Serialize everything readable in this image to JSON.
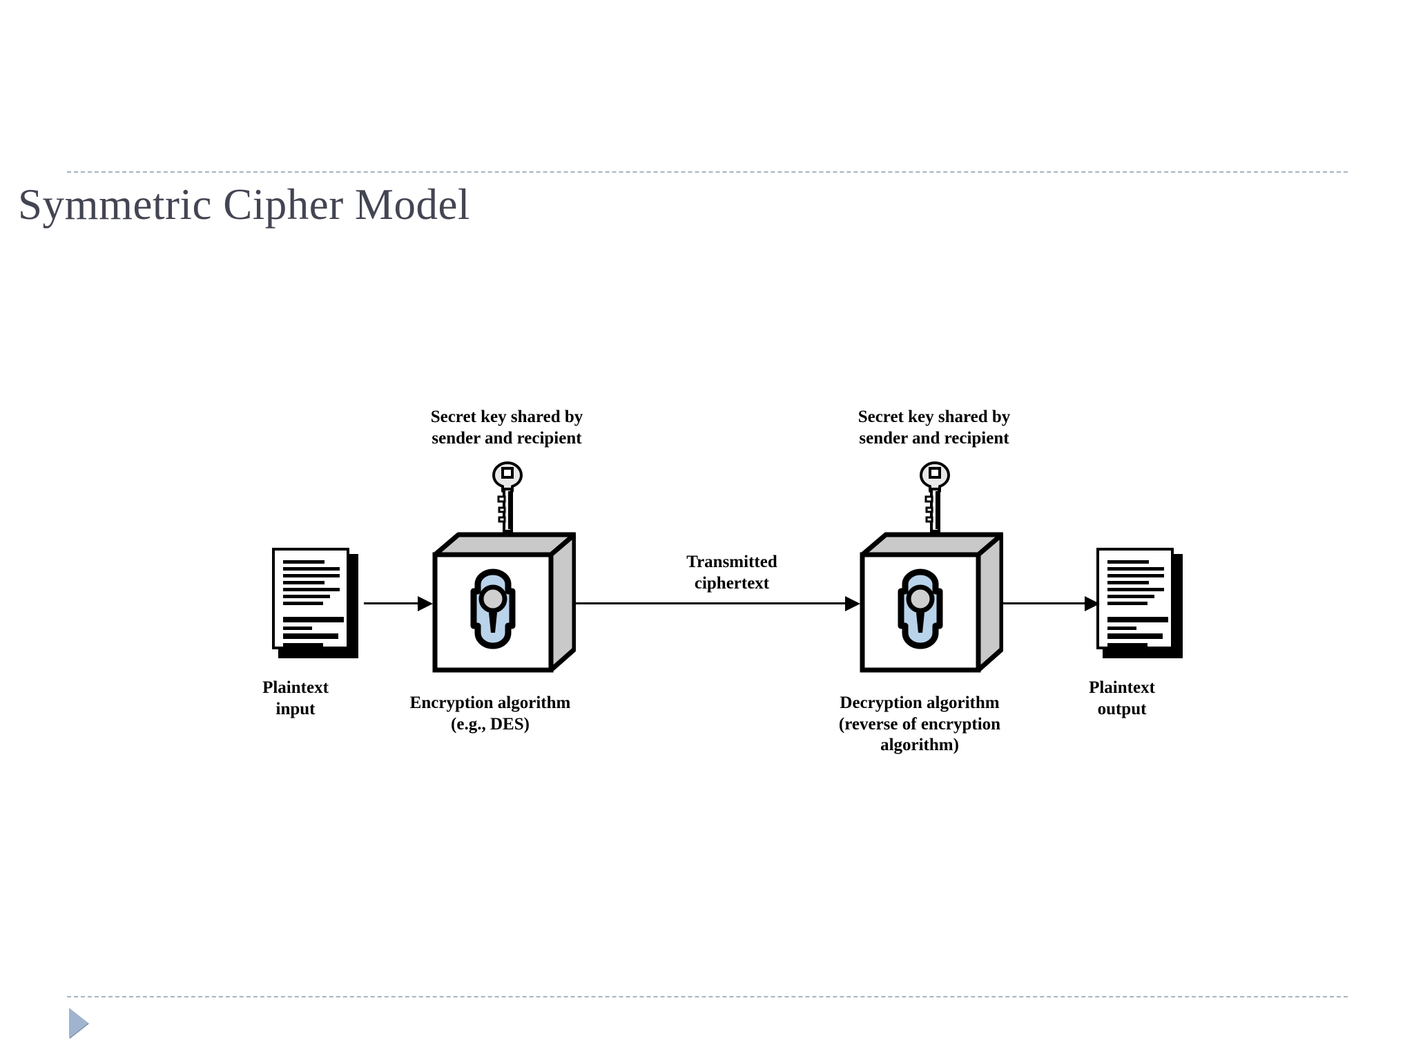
{
  "slide": {
    "title": "Symmetric Cipher Model",
    "title_color": "#434552",
    "background": "#ffffff",
    "rule_color": "#9aa7b4",
    "next_arrow_color": "#9fb4ce"
  },
  "diagram": {
    "name": "symmetric-cipher-model-diagram",
    "labels": {
      "key_enc": "Secret key shared by\nsender and recipient",
      "key_dec": "Secret key shared by\nsender and recipient",
      "plaintext_input": "Plaintext\ninput",
      "plaintext_output": "Plaintext\noutput",
      "encryption_algorithm": "Encryption algorithm\n(e.g., DES)",
      "decryption_algorithm": "Decryption algorithm\n(reverse of encryption\nalgorithm)",
      "transmitted_ciphertext": "Transmitted\nciphertext"
    },
    "icons": {
      "key": "key-icon",
      "document": "document-icon",
      "cipher_box": "cipher-box-icon",
      "lock": "lock-cylinder-icon",
      "arrow": "arrow-right-icon"
    },
    "colors": {
      "lock_body": "#b9d3ea",
      "lock_knob": "#cccccc",
      "box_face": "#ffffff",
      "box_shade": "#c8c8c8",
      "key_body": "#e8e8e8",
      "outline": "#000000"
    },
    "doc_lines_top": [
      60,
      82,
      82,
      60,
      82,
      68,
      58
    ],
    "doc_lines_bottom": [
      88,
      42,
      80,
      58
    ]
  }
}
